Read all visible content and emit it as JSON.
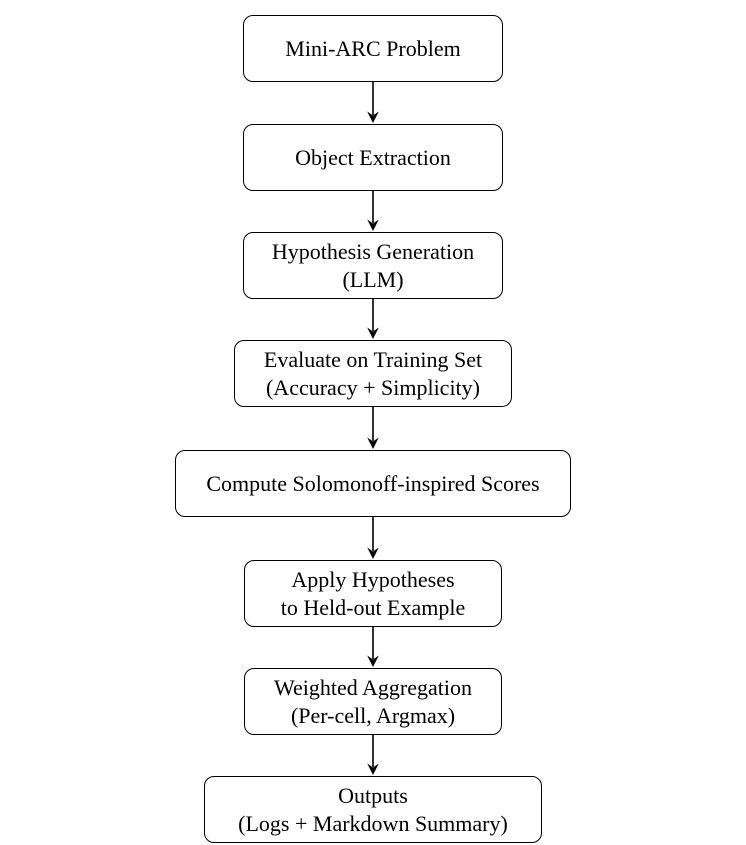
{
  "flowchart": {
    "colors": {
      "background": "#ffffff",
      "node_fill": "#ffffff",
      "node_border": "#000000",
      "text": "#000000",
      "arrow": "#000000"
    },
    "nodes": [
      {
        "id": "mini-arc-problem",
        "label": "Mini-ARC Problem"
      },
      {
        "id": "object-extraction",
        "label": "Object Extraction"
      },
      {
        "id": "hypothesis-generation",
        "label": "Hypothesis Generation\n(LLM)"
      },
      {
        "id": "evaluate-training-set",
        "label": "Evaluate on Training Set\n(Accuracy + Simplicity)"
      },
      {
        "id": "solomonoff-scores",
        "label": "Compute Solomonoff-inspired Scores"
      },
      {
        "id": "apply-hypotheses",
        "label": "Apply Hypotheses\nto Held-out Example"
      },
      {
        "id": "weighted-aggregation",
        "label": "Weighted Aggregation\n(Per-cell, Argmax)"
      },
      {
        "id": "outputs",
        "label": "Outputs\n(Logs + Markdown Summary)"
      }
    ],
    "edges": [
      {
        "from": "mini-arc-problem",
        "to": "object-extraction"
      },
      {
        "from": "object-extraction",
        "to": "hypothesis-generation"
      },
      {
        "from": "hypothesis-generation",
        "to": "evaluate-training-set"
      },
      {
        "from": "evaluate-training-set",
        "to": "solomonoff-scores"
      },
      {
        "from": "solomonoff-scores",
        "to": "apply-hypotheses"
      },
      {
        "from": "apply-hypotheses",
        "to": "weighted-aggregation"
      },
      {
        "from": "weighted-aggregation",
        "to": "outputs"
      }
    ]
  }
}
